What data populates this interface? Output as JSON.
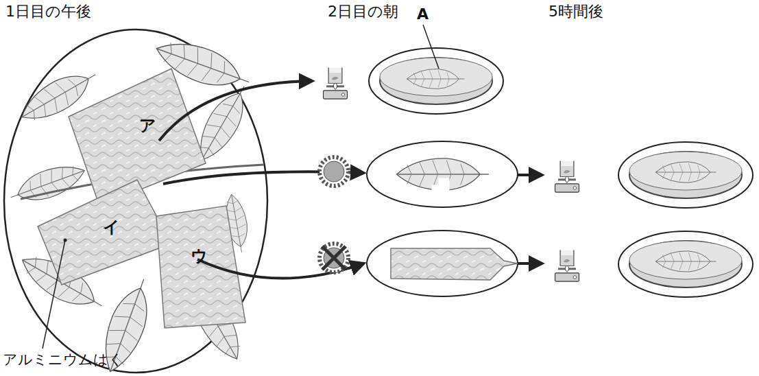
{
  "diagram": {
    "labels": [
      "1日目の午後",
      "2日目の朝",
      "5時間後",
      "A",
      "ア",
      "イ",
      "ウ",
      "アルミニウムはく"
    ]
  }
}
